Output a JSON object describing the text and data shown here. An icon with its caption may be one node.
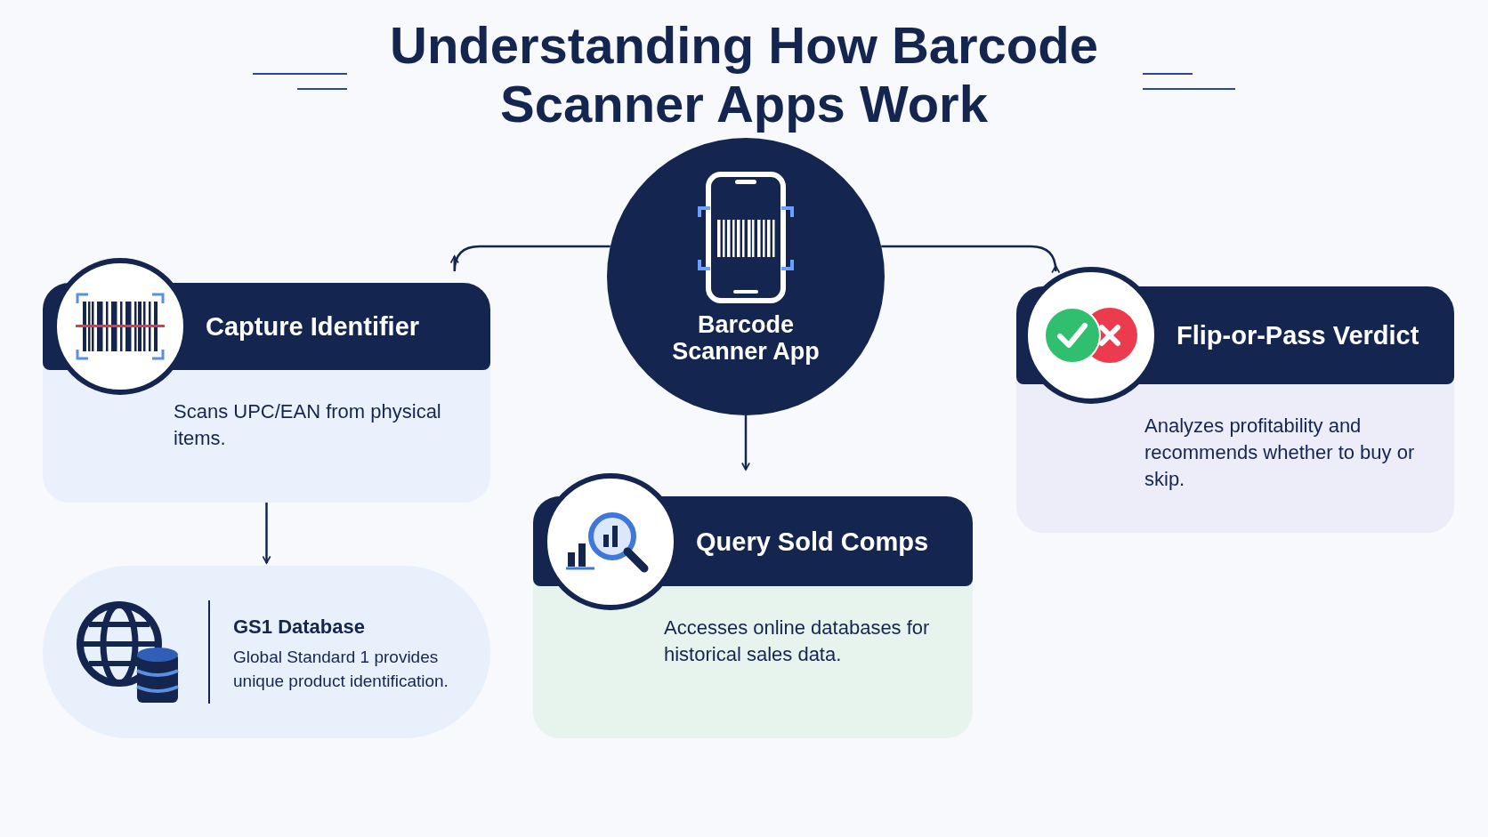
{
  "diagram": {
    "title": "Understanding How Barcode Scanner Apps Work",
    "nodes": [
      {
        "text": [
          "Barcode Scanner App"
        ]
      },
      {
        "text": [
          "Capture Identifier",
          "Scans UPC/EAN from physical items."
        ]
      },
      {
        "text": [
          "GS1 Database",
          "Global Standard 1 provides unique product identification."
        ]
      },
      {
        "text": [
          "Query Sold Comps",
          "Accesses online databases for historical sales data."
        ]
      },
      {
        "text": [
          "Flip-or-Pass Verdict",
          "Analyzes profitability and recommends whether to buy or skip."
        ]
      }
    ],
    "edges": [
      {
        "from": 0,
        "to": 1,
        "arrow": "to"
      },
      {
        "from": 0,
        "to": 4,
        "arrow": "to"
      },
      {
        "from": 0,
        "to": 3,
        "arrow": "to"
      },
      {
        "from": 1,
        "to": 2,
        "arrow": "to"
      }
    ]
  }
}
